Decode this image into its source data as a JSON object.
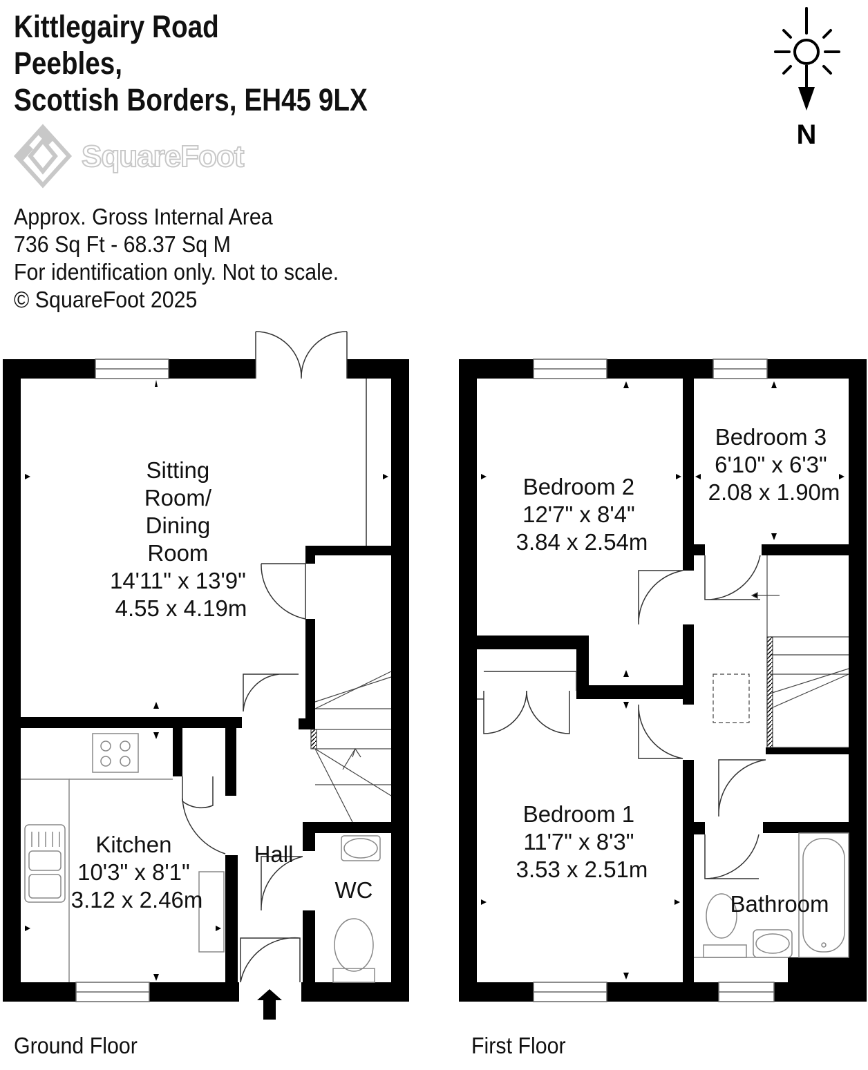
{
  "address": {
    "lines": [
      "Kittlegairy Road",
      "Peebles,",
      "Scottish Borders, EH45 9LX"
    ]
  },
  "logo": {
    "brand": "SquareFoot"
  },
  "info": {
    "area_title": "Approx. Gross Internal Area",
    "area_value": "736 Sq Ft  -  68.37 Sq M",
    "disclaimer": "For identification only. Not to scale.",
    "copyright": "© SquareFoot 2025"
  },
  "compass": {
    "label": "N",
    "icon": "north-arrow-sun-icon"
  },
  "floors": {
    "ground": {
      "label": "Ground Floor",
      "rooms": {
        "sitting": {
          "lines": [
            "Sitting",
            "Room/",
            "Dining",
            "Room",
            "14'11\" x 13'9\"",
            "4.55 x 4.19m"
          ]
        },
        "kitchen": {
          "lines": [
            "Kitchen",
            "10'3\" x 8'1\"",
            "3.12 x 2.46m"
          ]
        },
        "hall": {
          "lines": [
            "Hall"
          ]
        },
        "wc": {
          "lines": [
            "WC"
          ]
        }
      }
    },
    "first": {
      "label": "First Floor",
      "rooms": {
        "bedroom2": {
          "lines": [
            "Bedroom 2",
            "12'7\" x 8'4\"",
            "3.84 x 2.54m"
          ]
        },
        "bedroom3": {
          "lines": [
            "Bedroom 3",
            "6'10\" x 6'3\"",
            "2.08 x 1.90m"
          ]
        },
        "bedroom1": {
          "lines": [
            "Bedroom 1",
            "11'7\" x 8'3\"",
            "3.53 x 2.51m"
          ]
        },
        "bathroom": {
          "lines": [
            "Bathroom"
          ]
        }
      }
    }
  },
  "colors": {
    "wall": "#000000",
    "fixture": "#888888",
    "logo": "#c8c8c8"
  }
}
